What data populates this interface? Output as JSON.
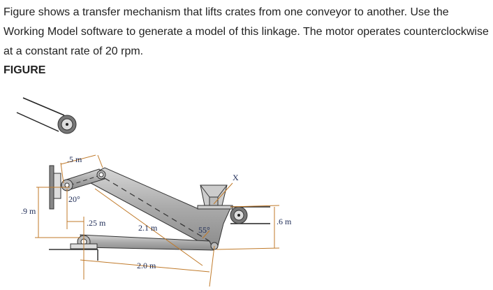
{
  "problem": {
    "text": "Figure shows a transfer mechanism that lifts crates from one conveyor to another. Use the Working Model software to generate a model of this linkage. The motor operates counterclockwise at a constant rate of 20 rpm.",
    "figure_heading": "FIGURE"
  },
  "figure": {
    "labels": {
      "crank_length": ".5 m",
      "crank_angle": "20°",
      "vertical_offset": ".9 m",
      "horizontal_offset": ".25 m",
      "coupler_length": "2.1 m",
      "rocker_length": "2.0 m",
      "coupler_angle": "55°",
      "conveyor_height": ".6 m",
      "point_label": "X"
    },
    "colors": {
      "dimension_line": "#c07a2a",
      "link_fill": "#b8b8b8",
      "link_stroke": "#333333",
      "dimension_text": "#1c2a55"
    }
  }
}
